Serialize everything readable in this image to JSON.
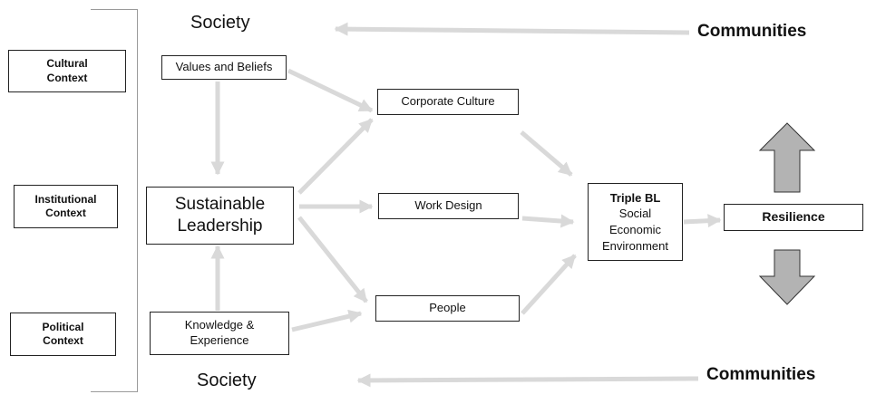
{
  "context": {
    "cultural": "Cultural\nContext",
    "institutional": "Institutional\nContext",
    "political": "Political\nContext"
  },
  "nodes": {
    "values_beliefs": "Values and Beliefs",
    "sustainable_leadership": "Sustainable\nLeadership",
    "knowledge_experience": "Knowledge &\nExperience",
    "corporate_culture": "Corporate Culture",
    "work_design": "Work Design",
    "people": "People",
    "resilience": "Resilience"
  },
  "triple_bl": {
    "title": "Triple BL",
    "lines": [
      "Social",
      "Economic",
      "Environment"
    ]
  },
  "labels": {
    "society_top": "Society",
    "society_bottom": "Society",
    "communities_top": "Communities",
    "communities_bottom": "Communities"
  },
  "colors": {
    "arrow": "#d9d9d9",
    "block_arrow_fill": "#b3b3b3",
    "block_arrow_stroke": "#333333",
    "box_border": "#222222"
  }
}
